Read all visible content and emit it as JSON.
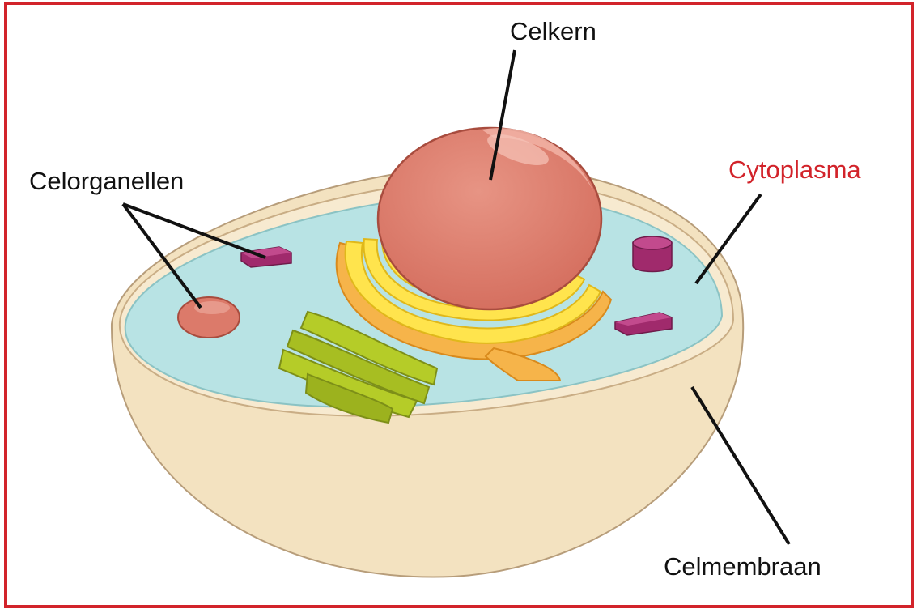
{
  "diagram": {
    "labels": {
      "nucleus": "Celkern",
      "organelles": "Celorganellen",
      "cytoplasm": "Cytoplasma",
      "membrane": "Celmembraan"
    },
    "colors": {
      "frame": "#d2232a",
      "cytoplasm_label": "#d2232a",
      "label_text": "#111111",
      "cytoplasm_fill": "#b8e3e4",
      "membrane_fill": "#f3e2c0",
      "nucleus_fill": "#dc7a6a",
      "er_fill": "#ffe44d",
      "golgi_fill": "#b5cc28",
      "organelle_purple": "#a02a6c"
    }
  }
}
